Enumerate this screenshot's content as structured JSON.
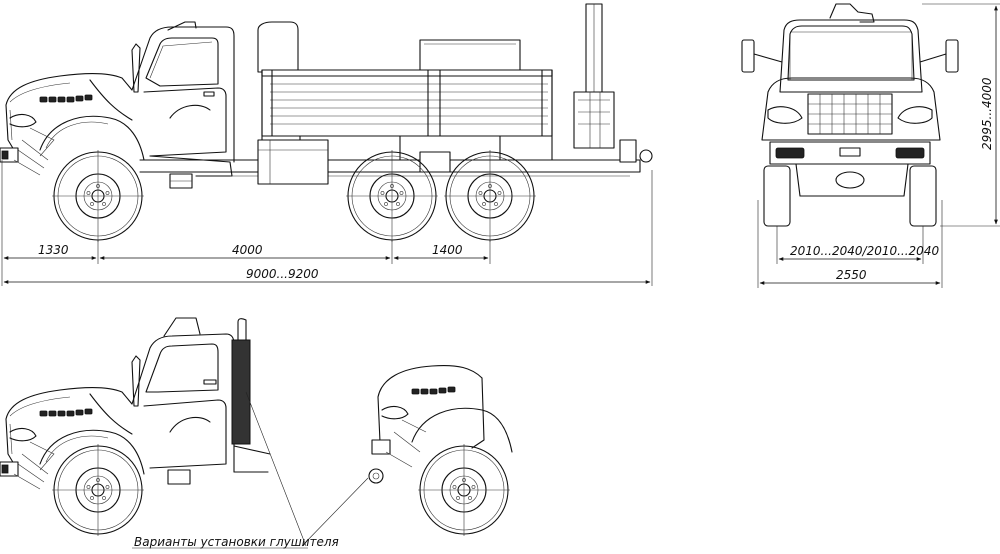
{
  "dimensions": {
    "front_overhang": "1330",
    "wheelbase": "4000",
    "rear_axle_spacing": "1400",
    "overall_length": "9000...9200",
    "height": "2995...4000",
    "track_width": "2010...2040/2010...2040",
    "overall_width": "2550"
  },
  "annotations": {
    "muffler_variants": "Варианты установки глушителя"
  },
  "colors": {
    "line": "#111111",
    "background": "#ffffff",
    "muffler_shield": "#333333"
  }
}
